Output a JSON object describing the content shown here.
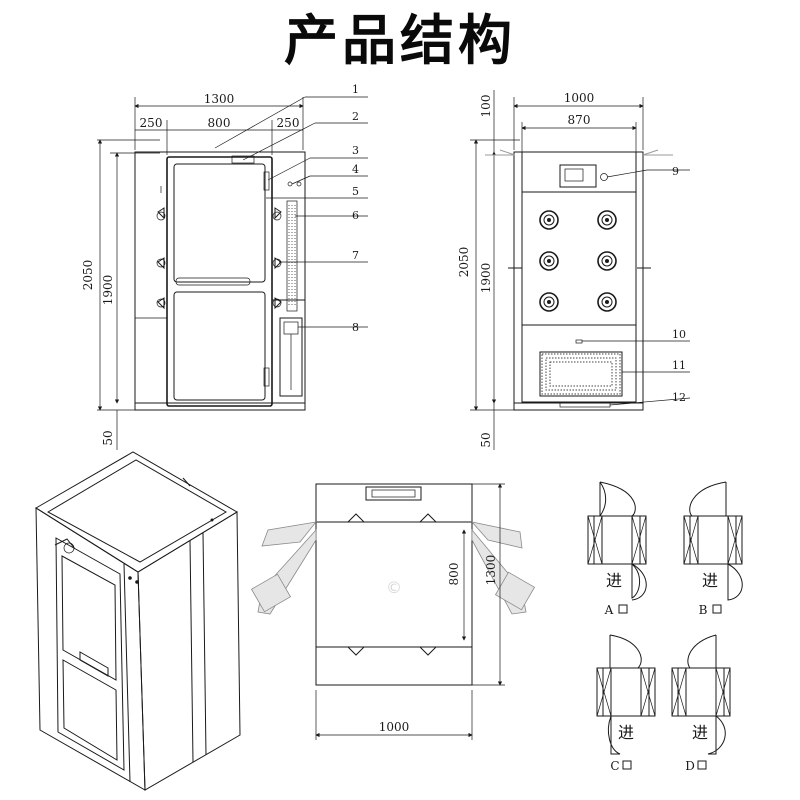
{
  "title": "产品结构",
  "front_view": {
    "dims": {
      "total_width": "1300",
      "side_left": "250",
      "door_width": "800",
      "side_right": "250",
      "height_total": "2050",
      "height_door": "1900"
    }
  },
  "side_view": {
    "dims": {
      "top_offset": "100",
      "total_width": "1000",
      "inner_width": "870",
      "height_total": "2050",
      "height_inner": "1900",
      "bottom_offset": "50"
    }
  },
  "front_extra": {
    "bottom_offset": "50"
  },
  "callouts": [
    "1",
    "2",
    "3",
    "4",
    "5",
    "6",
    "7",
    "8",
    "9",
    "10",
    "11",
    "12"
  ],
  "plan_view": {
    "dims": {
      "depth_inner": "800",
      "depth_total": "1300",
      "width": "1000"
    }
  },
  "door_options": [
    {
      "label": "A",
      "text": "进"
    },
    {
      "label": "B",
      "text": "进"
    },
    {
      "label": "C",
      "text": "进"
    },
    {
      "label": "D",
      "text": "进"
    }
  ],
  "watermark": "©"
}
